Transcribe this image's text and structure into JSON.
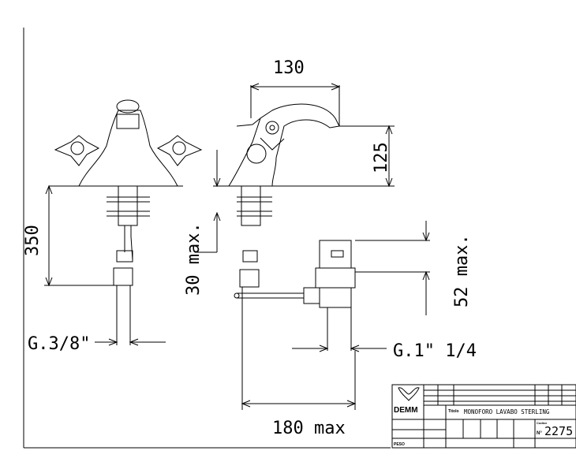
{
  "dimensions": {
    "top_width": "130",
    "spout_height": "125",
    "shank_length": "350",
    "deck_thickness": "30 max.",
    "waste_height": "52 max.",
    "inlet_thread": "G.3/8\"",
    "waste_thread": "G.1\" 1/4",
    "rod_length": "180 max"
  },
  "title_block": {
    "brand": "DEMM",
    "title_label": "Titolo",
    "title": "MONOFORO LAVABO STERLING",
    "code_label": "Codice",
    "code_prefix": "N°",
    "code": "2275",
    "weight_label": "PESO"
  }
}
